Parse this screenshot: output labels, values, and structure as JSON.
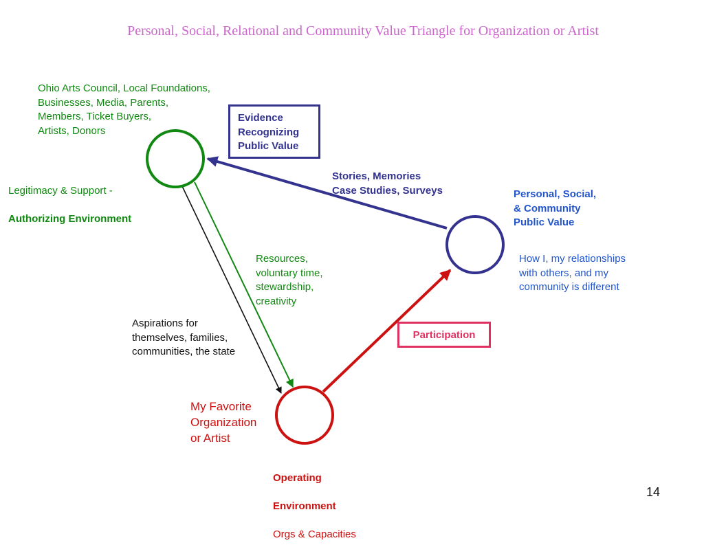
{
  "title": "Personal, Social, Relational and Community Value Triangle for Organization or Artist",
  "authorizing": {
    "stakeholders": "Ohio Arts Council, Local Foundations,\nBusinesses, Media, Parents,\nMembers, Ticket Buyers,\nArtists, Donors",
    "label_line1": "Legitimacy & Support -",
    "label_line2": "Authorizing Environment"
  },
  "evidence_box": "Evidence\nRecognizing\nPublic Value",
  "stories": "Stories, Memories\nCase Studies, Surveys",
  "public_value": {
    "heading": "Personal, Social,\n& Community\nPublic Value",
    "description": "How I, my relationships\nwith others, and my\ncommunity is different"
  },
  "resources": "Resources,\nvoluntary time,\nstewardship,\ncreativity",
  "aspirations": "Aspirations for\nthemselves, families,\ncommunities, the state",
  "participation_box": "Participation",
  "organization": {
    "name": "My Favorite\nOrganization\nor Artist",
    "env_line1": "Operating",
    "env_line2": "Environment",
    "capacities": "Orgs & Capacities"
  },
  "page_number": "14",
  "colors": {
    "green": "#118811",
    "navy": "#33338f",
    "blue": "#2255cc",
    "red": "#cc1111",
    "pink": "#e03060",
    "title": "#cc66cc"
  }
}
